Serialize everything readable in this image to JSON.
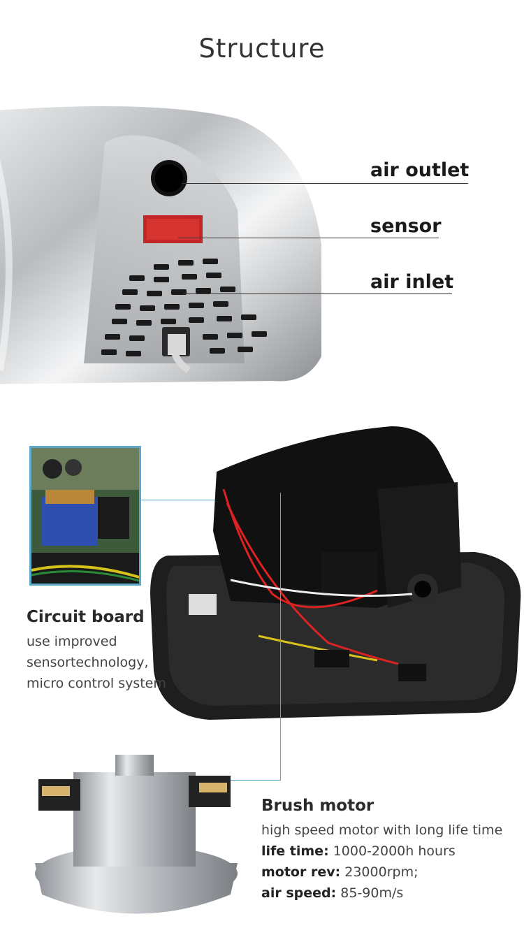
{
  "page": {
    "title": "Structure"
  },
  "callouts": {
    "air_outlet": "air outlet",
    "sensor": "sensor",
    "air_inlet": "air inlet"
  },
  "circuit_board": {
    "heading": "Circuit board",
    "lines": [
      "use improved",
      "sensortechnology,",
      "micro control system"
    ]
  },
  "brush_motor": {
    "heading": "Brush motor",
    "description": "high speed motor with long life time",
    "specs": [
      {
        "label": "life time:",
        "value": " 1000-2000h hours"
      },
      {
        "label": "motor rev:",
        "value": " 23000rpm;"
      },
      {
        "label": "air speed:",
        "value": " 85-90m/s"
      }
    ]
  },
  "colors": {
    "accent_line": "#5aa9c9",
    "sensor_red": "#c0262a"
  }
}
